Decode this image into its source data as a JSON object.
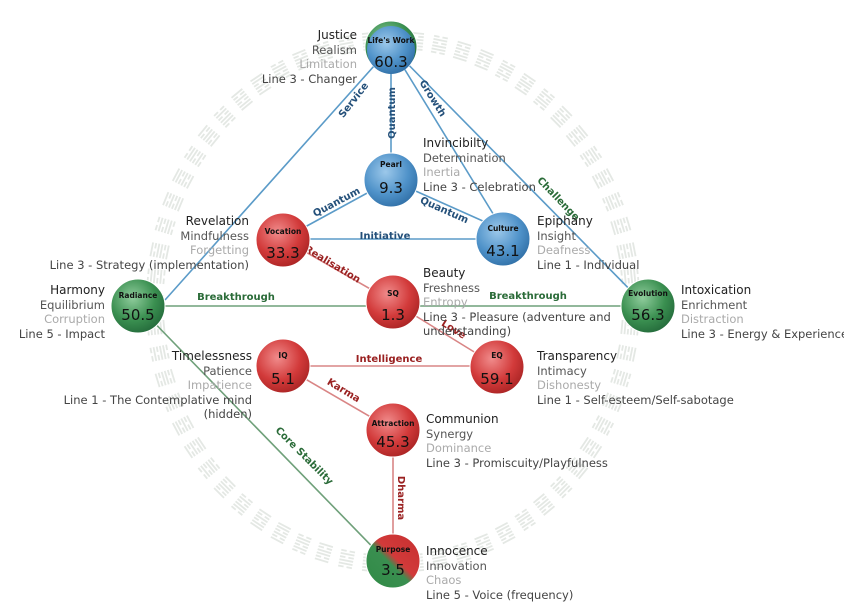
{
  "colors": {
    "blue": "#4a8fc7",
    "red": "#d23a3a",
    "green": "#2f8a45",
    "blue_line": "#5b9bc8",
    "red_line": "#d98585",
    "green_line": "#6fa07a",
    "blue_text": "#24507a",
    "red_text": "#9a2121",
    "green_text": "#2a6b38",
    "ring": "#e4e8e4"
  },
  "nodes": {
    "lifes_work": {
      "name": "Life's Work",
      "value": "60.3",
      "color": "blue"
    },
    "pearl": {
      "name": "Pearl",
      "value": "9.3",
      "color": "blue"
    },
    "vocation": {
      "name": "Vocation",
      "value": "33.3",
      "color": "red"
    },
    "culture": {
      "name": "Culture",
      "value": "43.1",
      "color": "blue"
    },
    "radiance": {
      "name": "Radiance",
      "value": "50.5",
      "color": "green"
    },
    "sq": {
      "name": "SQ",
      "value": "1.3",
      "color": "red"
    },
    "evolution": {
      "name": "Evolution",
      "value": "56.3",
      "color": "green"
    },
    "iq": {
      "name": "IQ",
      "value": "5.1",
      "color": "red"
    },
    "eq": {
      "name": "EQ",
      "value": "59.1",
      "color": "red"
    },
    "attraction": {
      "name": "Attraction",
      "value": "45.3",
      "color": "red"
    },
    "purpose": {
      "name": "Purpose",
      "value": "3.5",
      "color": "green-red"
    }
  },
  "edges": {
    "service": "Service",
    "growth": "Growth",
    "quantum_v": "Quantum",
    "quantum_l": "Quantum",
    "quantum_r": "Quantum",
    "initiative": "Initiative",
    "challenge": "Challenge",
    "realisation": "Realisation",
    "breakthrough_l": "Breakthrough",
    "breakthrough_r": "Breakthrough",
    "love": "Love",
    "intelligence": "Intelligence",
    "karma": "Karma",
    "core_stability": "Core Stability",
    "dharma": "Dharma"
  },
  "labels": {
    "lifes_work": {
      "title": "Justice",
      "gift": "Realism",
      "shadow": "Limitation",
      "line": "Line 3 - Changer"
    },
    "pearl": {
      "title": "Invincibilty",
      "gift": "Determination",
      "shadow": "Inertia",
      "line": "Line 3 - Celebration"
    },
    "vocation": {
      "title": "Revelation",
      "gift": "Mindfulness",
      "shadow": "Forgetting",
      "line": "Line 3 - Strategy (implementation)"
    },
    "culture": {
      "title": "Epiphany",
      "gift": "Insight",
      "shadow": "Deafness",
      "line": "Line 1 - Individual"
    },
    "sq": {
      "title": "Beauty",
      "gift": "Freshness",
      "shadow": "Entropy",
      "line": "Line 3 - Pleasure (adventure and",
      "line2": "understanding)"
    },
    "radiance": {
      "title": "Harmony",
      "gift": "Equilibrium",
      "shadow": "Corruption",
      "line": "Line 5 - Impact"
    },
    "evolution": {
      "title": "Intoxication",
      "gift": "Enrichment",
      "shadow": "Distraction",
      "line": "Line 3 - Energy & Experience"
    },
    "iq": {
      "title": "Timelessness",
      "gift": "Patience",
      "shadow": "Impatience",
      "line": "Line 1 - The Contemplative mind",
      "line2": "(hidden)"
    },
    "eq": {
      "title": "Transparency",
      "gift": "Intimacy",
      "shadow": "Dishonesty",
      "line": "Line 1 - Self-esteem/Self-sabotage"
    },
    "attraction": {
      "title": "Communion",
      "gift": "Synergy",
      "shadow": "Dominance",
      "line": "Line 3 - Promiscuity/Playfulness"
    },
    "purpose": {
      "title": "Innocence",
      "gift": "Innovation",
      "shadow": "Chaos",
      "line": "Line 5 - Voice (frequency)"
    }
  }
}
